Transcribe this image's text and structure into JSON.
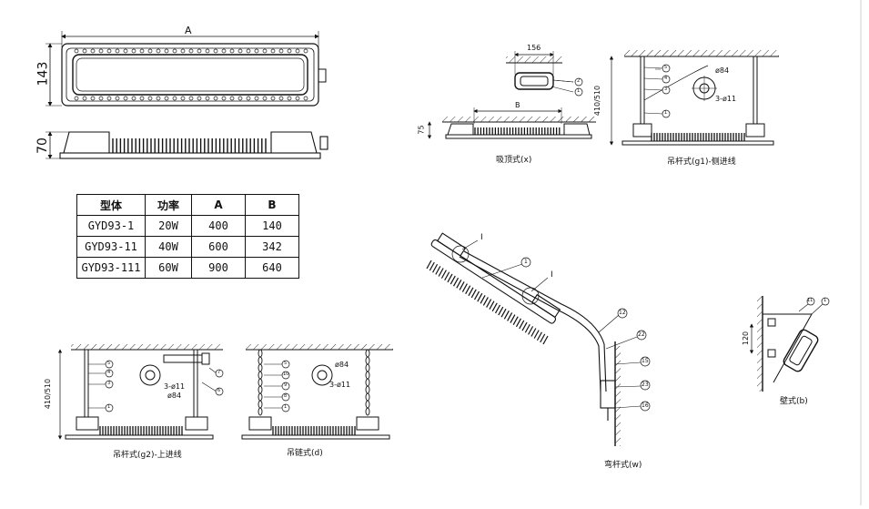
{
  "top_view": {
    "dim_length": "A",
    "dim_height": "143"
  },
  "side_view": {
    "dim_height": "70"
  },
  "spec_table": {
    "headers": [
      "型体",
      "功率",
      "A",
      "B"
    ],
    "rows": [
      [
        "GYD93-1",
        "20W",
        "400",
        "140"
      ],
      [
        "GYD93-11",
        "40W",
        "600",
        "342"
      ],
      [
        "GYD93-111",
        "60W",
        "900",
        "640"
      ]
    ]
  },
  "ceiling_mount": {
    "caption": "吸顶式(x)",
    "dim_width": "156",
    "dim_b": "B",
    "dim_height": "75",
    "callouts": [
      "2",
      "1"
    ]
  },
  "pendant_side": {
    "caption": "吊杆式(g1)-侧进线",
    "dim_height": "410/510",
    "hole_dia": "ø84",
    "holes": "3-ø11",
    "callouts": [
      "5",
      "4",
      "3",
      "1"
    ]
  },
  "pendant_top": {
    "caption": "吊杆式(g2)-上进线",
    "dim_height": "410/510",
    "hole_dia": "ø84",
    "holes": "3-ø11",
    "callouts": [
      "5",
      "4",
      "3",
      "1",
      "7",
      "6"
    ]
  },
  "chain_mount": {
    "caption": "吊链式(d)",
    "hole_dia": "ø84",
    "holes": "3-ø11",
    "callouts": [
      "5",
      "10",
      "9",
      "8",
      "1"
    ]
  },
  "bent_pole": {
    "caption": "弯杆式(w)",
    "section_marks": [
      "I",
      "I"
    ],
    "callouts": [
      "1",
      "12",
      "22",
      "15",
      "23",
      "16"
    ]
  },
  "wall_mount": {
    "caption": "壁式(b)",
    "dim_height": "120",
    "callouts": [
      "11",
      "1"
    ]
  }
}
